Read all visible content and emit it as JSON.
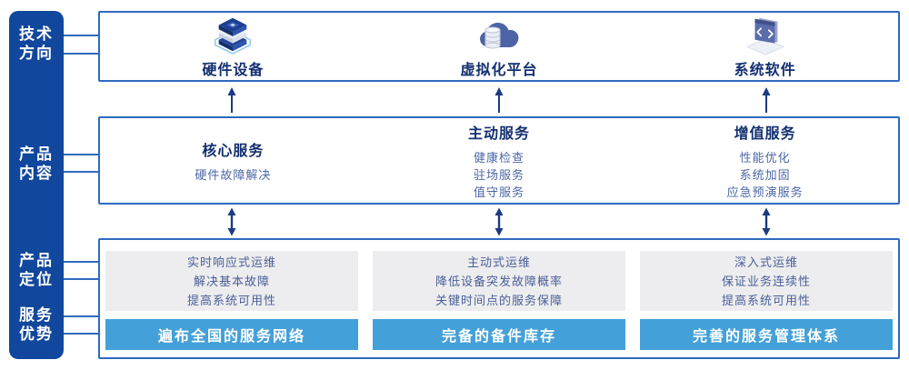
{
  "sidebar": {
    "labels": [
      {
        "text": "技术\n方向"
      },
      {
        "text": "产品\n内容"
      },
      {
        "text": "产品\n定位"
      },
      {
        "text": "服务\n优势"
      }
    ]
  },
  "tech_row": {
    "columns": [
      {
        "icon": "server-stack-icon",
        "label": "硬件设备"
      },
      {
        "icon": "cloud-database-icon",
        "label": "虚拟化平台"
      },
      {
        "icon": "code-window-icon",
        "label": "系统软件"
      }
    ]
  },
  "content_row": {
    "columns": [
      {
        "title": "核心服务",
        "items": [
          "硬件故障解决"
        ]
      },
      {
        "title": "主动服务",
        "items": [
          "健康检查",
          "驻场服务",
          "值守服务"
        ]
      },
      {
        "title": "增值服务",
        "items": [
          "性能优化",
          "系统加固",
          "应急预演服务"
        ]
      }
    ]
  },
  "position_row": {
    "columns": [
      {
        "points": [
          "实时响应式运维",
          "解决基本故障",
          "提高系统可用性"
        ],
        "banner": "遍布全国的服务网络"
      },
      {
        "points": [
          "主动式运维",
          "降低设备突发故障概率",
          "关键时间点的服务保障"
        ],
        "banner": "完备的备件库存"
      },
      {
        "points": [
          "深入式运维",
          "保证业务连续性",
          "提高系统可用性"
        ],
        "banner": "完善的服务管理体系"
      }
    ]
  },
  "colors": {
    "sidebar_bg": "#11479c",
    "box_border": "#2e6abf",
    "heading_text": "#132f70",
    "item_text": "#4c67a6",
    "panel_bg": "#ededef",
    "panel_text": "#4a5f99",
    "banner_bg": "#44a0d8",
    "banner_text": "#ffffff",
    "arrow": "#1b3a80",
    "icon_wireframe": "#8ec7ea",
    "icon_navy": "#1d3f92",
    "icon_blue": "#4d63a6"
  }
}
